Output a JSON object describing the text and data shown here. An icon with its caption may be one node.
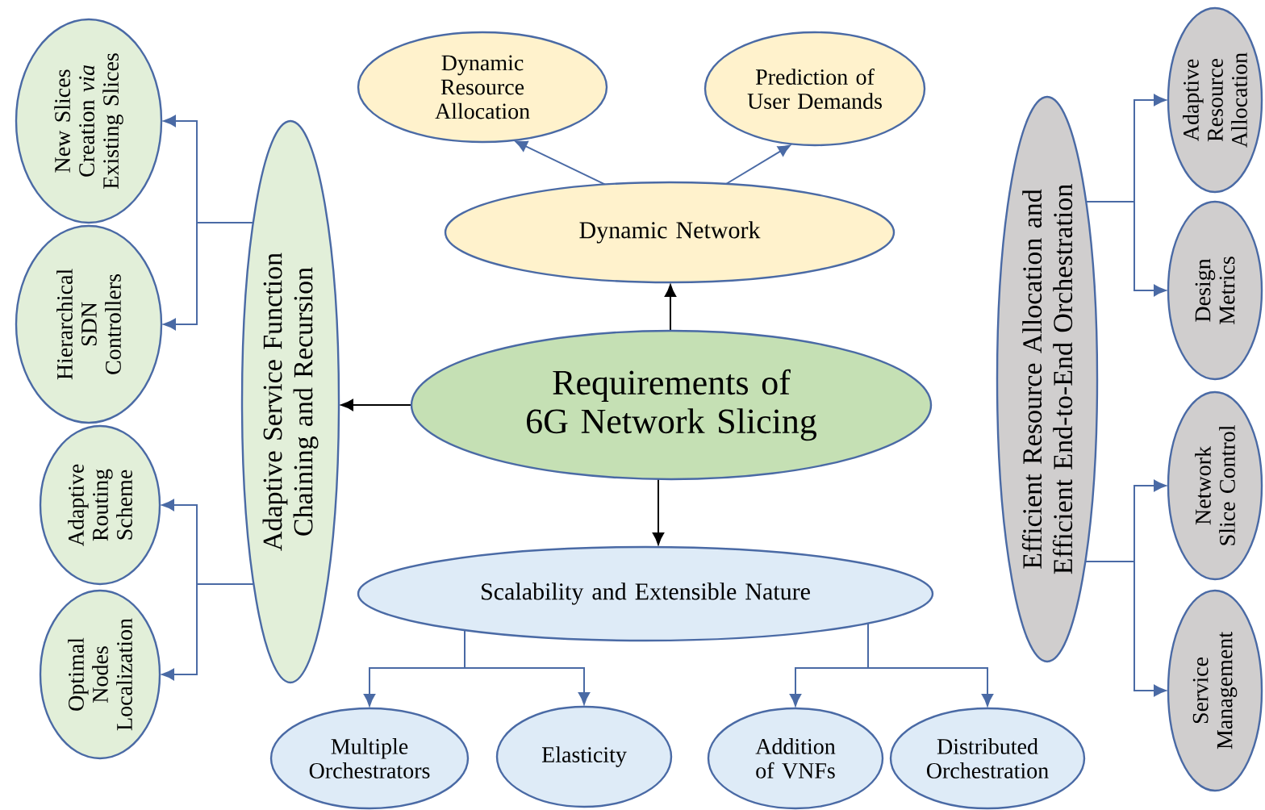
{
  "diagram": {
    "nodes": [
      {
        "text": [
          "Requirements of 6G Network Slicing"
        ]
      },
      {
        "text": [
          "Dynamic Network"
        ]
      },
      {
        "text": [
          "Dynamic Resource Allocation"
        ]
      },
      {
        "text": [
          "Prediction of User Demands"
        ]
      },
      {
        "text": [
          "Scalability and Extensible Nature"
        ]
      },
      {
        "text": [
          "Multiple Orchestrators"
        ]
      },
      {
        "text": [
          "Elasticity"
        ]
      },
      {
        "text": [
          "Addition of VNFs"
        ]
      },
      {
        "text": [
          "Distributed Orchestration"
        ]
      },
      {
        "text": [
          "Adaptive Service Function Chaining and Recursion"
        ]
      },
      {
        "text": [
          "New Slices Creation *via* Existing Slices"
        ]
      },
      {
        "text": [
          "Hierarchical SDN Controllers"
        ]
      },
      {
        "text": [
          "Adaptive Routing Scheme"
        ]
      },
      {
        "text": [
          "Optimal Nodes Localization"
        ]
      },
      {
        "text": [
          "Efficient Resource Allocation and Efficient End-to-End Orchestration"
        ]
      },
      {
        "text": [
          "Adaptive Resource Allocation"
        ]
      },
      {
        "text": [
          "Design Metrics"
        ]
      },
      {
        "text": [
          "Network Slice Control"
        ]
      },
      {
        "text": [
          "Service Management"
        ]
      }
    ],
    "edges": [
      {
        "from": 0,
        "to": 1,
        "arrow": "to",
        "color": "#000000"
      },
      {
        "from": 0,
        "to": 9,
        "arrow": "to",
        "color": "#000000"
      },
      {
        "from": 0,
        "to": 4,
        "arrow": "to",
        "color": "#000000"
      },
      {
        "from": 1,
        "to": 2,
        "arrow": "to"
      },
      {
        "from": 1,
        "to": 3,
        "arrow": "to"
      },
      {
        "from": 4,
        "to": 5,
        "arrow": "to"
      },
      {
        "from": 4,
        "to": 6,
        "arrow": "to"
      },
      {
        "from": 4,
        "to": 7,
        "arrow": "to"
      },
      {
        "from": 4,
        "to": 8,
        "arrow": "to"
      },
      {
        "from": 9,
        "to": 10,
        "arrow": "to"
      },
      {
        "from": 9,
        "to": 11,
        "arrow": "to"
      },
      {
        "from": 9,
        "to": 12,
        "arrow": "to"
      },
      {
        "from": 9,
        "to": 13,
        "arrow": "to"
      },
      {
        "from": 14,
        "to": 15,
        "arrow": "to"
      },
      {
        "from": 14,
        "to": 16,
        "arrow": "to"
      },
      {
        "from": 14,
        "to": 17,
        "arrow": "to"
      },
      {
        "from": 14,
        "to": 18,
        "arrow": "to"
      }
    ]
  }
}
